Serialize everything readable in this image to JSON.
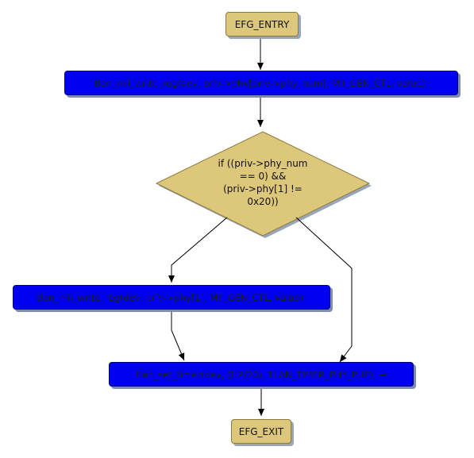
{
  "nodes": {
    "entry": "EFG_ENTRY",
    "write_phy_num": "tlan_mii_write_reg(dev, priv->phy[priv->phy_num], MII_GEN_CTL, value);",
    "condition": "if ((priv->phy_num\n== 0) &&\n(priv->phy[1] !=\n0x20))",
    "write_phy1": "tlan_mii_write_reg(dev, priv->phy[1], MII_GEN_CTL, value);",
    "set_timer": "tlan_set_timer(dev, (HZ/20), TLAN_TIMER_PHY_PUP); →",
    "exit": "EFG_EXIT"
  },
  "colors": {
    "terminal_fill": "#dcc77b",
    "process_fill": "#0000f0",
    "decision_fill": "#dcc77b",
    "edge": "#000000"
  }
}
